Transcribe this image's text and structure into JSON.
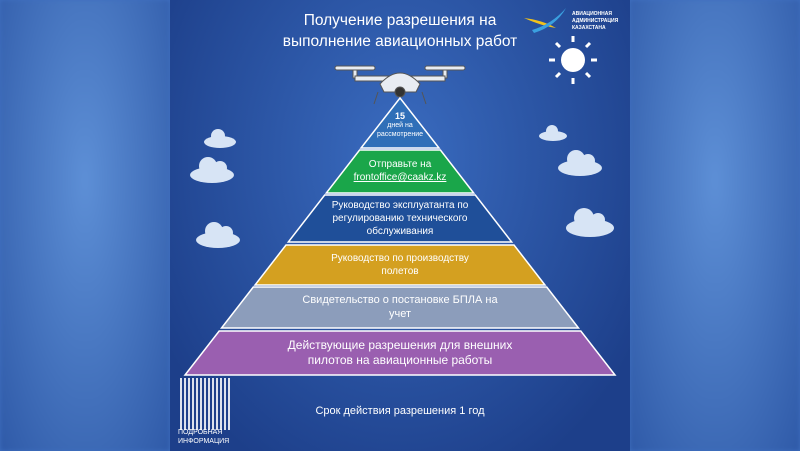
{
  "title": [
    "Получение разрешения на",
    "выполнение авиационных работ"
  ],
  "logo": {
    "lines": [
      "АВИАЦИОННАЯ",
      "АДМИНИСТРАЦИЯ",
      "КАЗАХСТАНА"
    ]
  },
  "pyramid": [
    {
      "lines": [
        "15",
        "дней на",
        "рассмотрение"
      ],
      "color": "#2f6fb8"
    },
    {
      "lines": [
        "Отправьте на",
        "frontoffice@caakz.kz"
      ],
      "color": "#1aa64a"
    },
    {
      "lines": [
        "Руководство эксплуатанта по",
        "регулированию  технического",
        "обслуживания"
      ],
      "color": "#1f4f99"
    },
    {
      "lines": [
        "Руководство  по производству",
        "полетов"
      ],
      "color": "#d4a020"
    },
    {
      "lines": [
        "Свидетельство о постановке БПЛА на",
        "учет"
      ],
      "color": "#8c9dbb"
    },
    {
      "lines": [
        "Действующие  разрешения для внешних",
        "пилотов на  авиационные работы"
      ],
      "color": "#9a5fb0"
    }
  ],
  "qr": {
    "label": [
      "ПОДРОБНАЯ",
      "ИНФОРМАЦИЯ"
    ]
  },
  "validity": "Срок действия разрешения 1 год"
}
